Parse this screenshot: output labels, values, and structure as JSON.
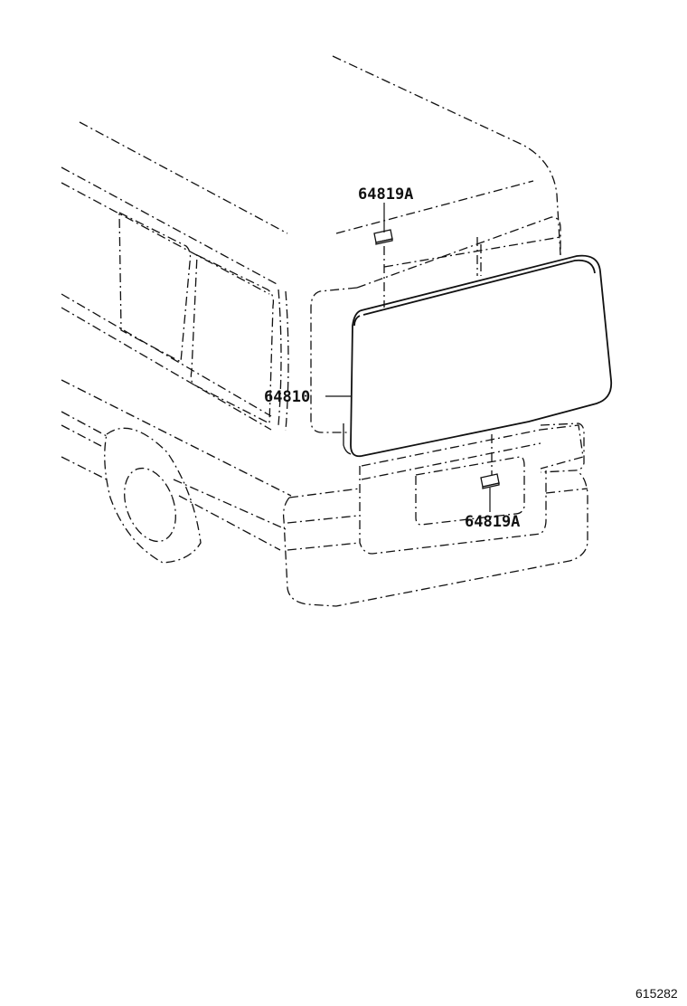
{
  "diagram": {
    "labels": {
      "upper_clip": "64819A",
      "glass": "64810",
      "lower_clip": "64819A"
    },
    "reference_number": "615282",
    "colors": {
      "line": "#111111",
      "background": "#ffffff"
    }
  }
}
